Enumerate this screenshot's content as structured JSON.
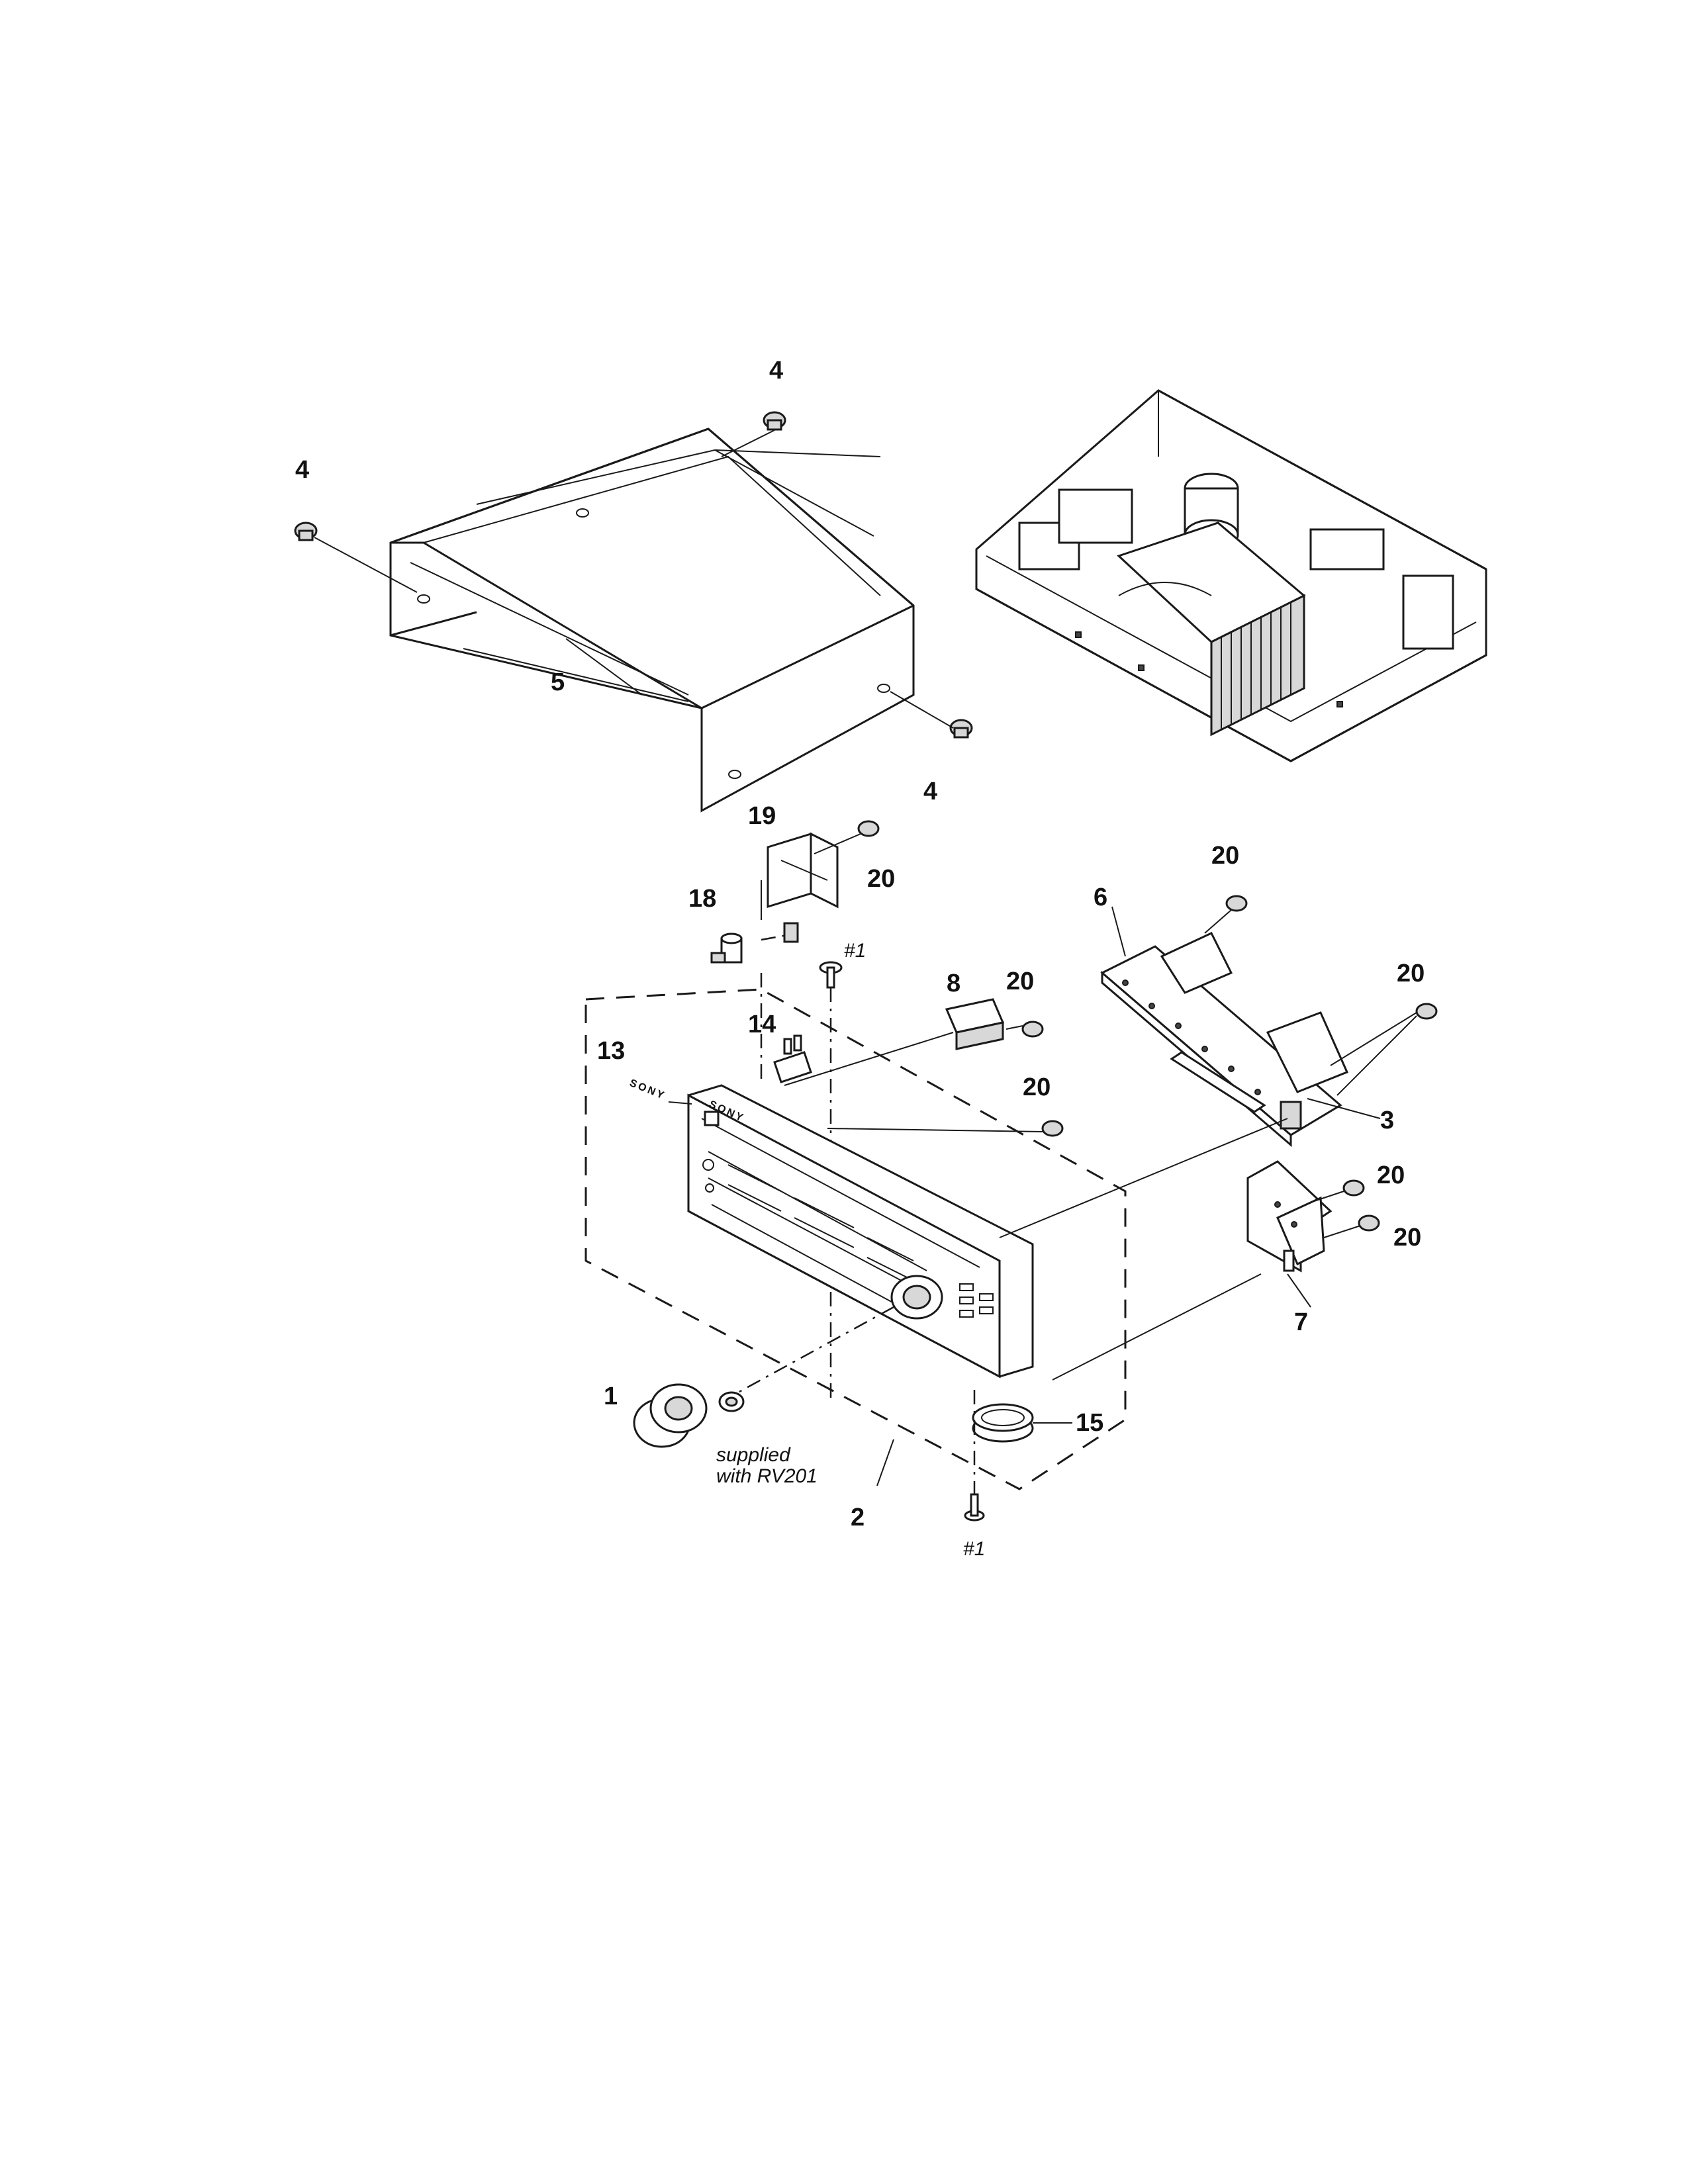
{
  "callouts": {
    "c1": "1",
    "c2": "2",
    "c3": "3",
    "c4a": "4",
    "c4b": "4",
    "c4c": "4",
    "c5": "5",
    "c6": "6",
    "c7": "7",
    "c8": "8",
    "c13": "13",
    "c14": "14",
    "c15": "15",
    "c18": "18",
    "c19": "19",
    "c20a": "20",
    "c20b": "20",
    "c20c": "20",
    "c20d": "20",
    "c20e": "20",
    "c20f": "20",
    "c20g": "20",
    "s1a": "#1",
    "s1b": "#1"
  },
  "notes": {
    "supplied_line1": "supplied",
    "supplied_line2": "with RV201"
  },
  "logo_text": "SONY"
}
